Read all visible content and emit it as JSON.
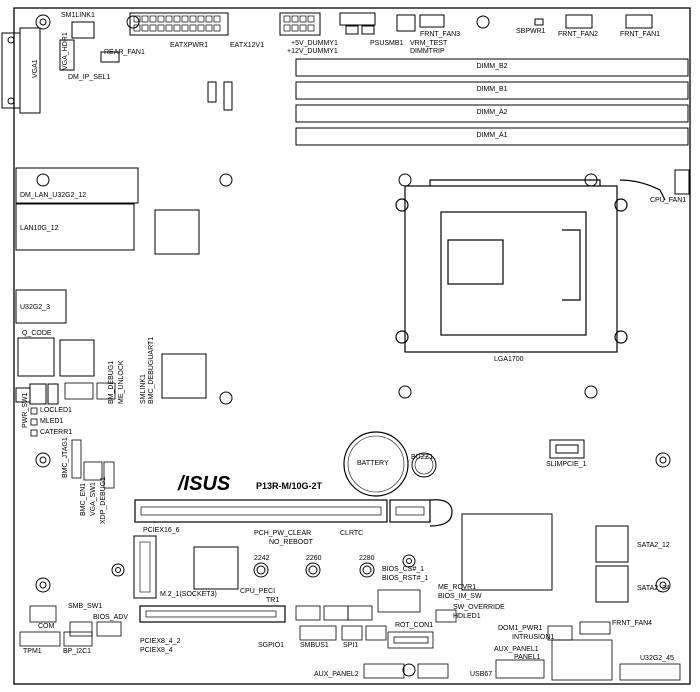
{
  "board": {
    "model": "P13R-M/10G-2T",
    "brand": "ASUS"
  },
  "connectors": {
    "sm1link1": "SM1LINK1",
    "vga_hdr1": "VGA_HDR1",
    "vga1": "VGA1",
    "rear_fan1": "REAR_FAN1",
    "dm_ip_sel1": "DM_IP_SEL1",
    "eatxpwr1": "EATXPWR1",
    "eatx12v1": "EATX12V1",
    "dummy1": "+5V_DUMMY1",
    "dummy2": "+12V_DUMMY1",
    "psusmb1": "PSUSMB1",
    "frnt_fan3": "FRNT_FAN3",
    "vrm_test": "VRM_TEST",
    "dimmtrip": "DIMMTRIP",
    "sbpwr1": "SBPWR1",
    "frnt_fan2": "FRNT_FAN2",
    "frnt_fan1": "FRNT_FAN1",
    "cpu_fan1": "CPU_FAN1",
    "dm_lan": "DM_LAN_U32G2_12",
    "lan10g": "LAN10G_12",
    "u32g2_3": "U32G2_3",
    "q_code": "Q_CODE",
    "bmc_debug": "BMC_DEBUGUART1",
    "smlink1": "SMLINK1",
    "me_unlock": "ME_UNLOCK",
    "bm_debug1": "BM_DEBUG1",
    "pwr_sw1": "PWR_SW1",
    "locled1": "LOCLED1",
    "mled1": "MLED1",
    "caterr1": "CATERR1",
    "bmc_jtag1": "BMC_JTAG1",
    "bmc_en1": "BMC_EN1",
    "vga_sw1": "VGA_SW1",
    "xdp_debug1": "XDP_DEBUG1",
    "lga1700": "LGA1700",
    "battery": "BATTERY",
    "buzz1": "BUZZ1",
    "slimpcie1": "SLIMPCIE_1",
    "pciex16_6": "PCIEX16_6",
    "pch_pw_clear": "PCH_PW_CLEAR",
    "no_reboot": "NO_REBOOT",
    "clrtc": "CLRTC",
    "m2_2242": "2242",
    "m2_2260": "2260",
    "m2_2280": "2280",
    "m2_socket": "M.2_1(SOCKET3)",
    "bios_cs": "BIOS_CS#_1",
    "bios_rst": "BIOS_RST#_1",
    "cpu_peci": "CPU_PECI",
    "tr1": "TR1",
    "me_rcvr1": "ME_RCVR1",
    "bios_im_sw": "BIOS_IM_SW",
    "sw_override": "SW_OVERRIDE",
    "hdled1": "HDLED1",
    "rot_con1": "ROT_CON1",
    "sata2_12": "SATA2_12",
    "sata2_34": "SATA2_34",
    "smb_sw1": "SMB_SW1",
    "bios_adv": "BIOS_ADV",
    "com": "COM",
    "tpm1": "TPM1",
    "bp_i2c1": "BP_I2C1",
    "pciex8_4_2": "PCIEX8_4_2",
    "pciex8_4": "PCIEX8_4",
    "sgpio1": "SGPIO1",
    "smbus1": "SMBUS1",
    "spi1": "SPI1",
    "aux_panel2": "AUX_PANEL2",
    "usb67": "USB67",
    "dom1_pwr1": "DOM1_PWR1",
    "intrusion1": "INTRUSION1",
    "frnt_fan4": "FRNT_FAN4",
    "aux_panel1": "AUX_PANEL1",
    "panel1": "PANEL1",
    "u32g2_45": "U32G2_45"
  },
  "dimms": [
    "DIMM_B2",
    "DIMM_B1",
    "DIMM_A2",
    "DIMM_A1"
  ]
}
